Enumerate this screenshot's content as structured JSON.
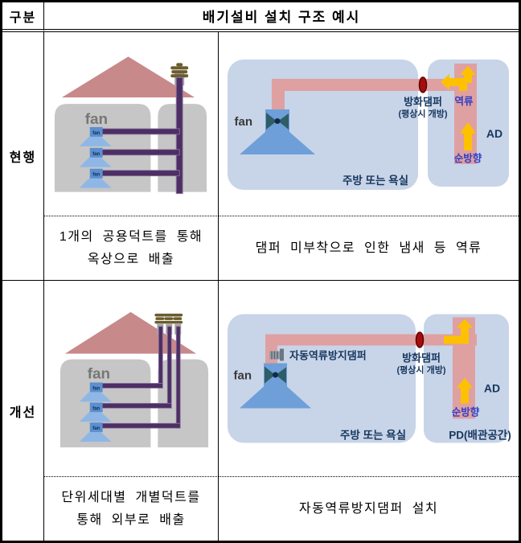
{
  "header": {
    "category": "구분",
    "title": "배기설비 설치 구조 예시"
  },
  "row_current": {
    "label": "현행",
    "house": {
      "fan_label": "fan",
      "hood_tag": "fan"
    },
    "scheme": {
      "fan_label": "fan",
      "fire_damper": "방화댐퍼",
      "fire_damper_note": "(평상시 개방)",
      "backflow": "역류",
      "forward": "순방향",
      "ad": "AD",
      "room": "주방 또는 욕실"
    },
    "caption_left_line1": "1개의 공용덕트를 통해",
    "caption_left_line2": "옥상으로 배출",
    "caption_right": "댐퍼 미부착으로 인한 냄새 등 역류"
  },
  "row_improved": {
    "label": "개선",
    "house": {
      "fan_label": "fan",
      "hood_tag": "fan"
    },
    "scheme": {
      "fan_label": "fan",
      "auto_damper": "자동역류방지댐퍼",
      "fire_damper": "방화댐퍼",
      "fire_damper_note": "(평상시 개방)",
      "forward": "순방향",
      "ad": "AD",
      "room": "주방 또는 욕실",
      "pd": "PD(배관공간)"
    },
    "caption_left_line1": "단위세대별 개별덕트를",
    "caption_left_line2": "통해 외부로 배출",
    "caption_right": "자동역류방지댐퍼 설치"
  },
  "colors": {
    "room_bg": "#c8d4e8",
    "duct_pink": "#dfa0a1",
    "roof_rose": "#c8898b",
    "house_gray": "#c6c6c6",
    "duct_purple": "#4d2f63",
    "hood_blue": "#6f9fd8",
    "hood_light_blue": "#8fb7e6",
    "arrow_yellow": "#fdc101",
    "damper_red": "#a50d0d",
    "label_navy": "#17375e",
    "label_blue": "#2e3fc7",
    "chimney_olive": "#6b5c2d"
  }
}
